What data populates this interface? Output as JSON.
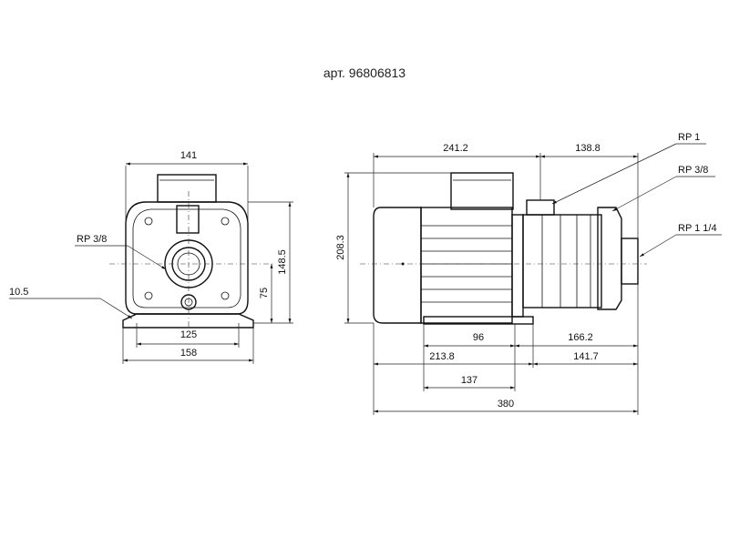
{
  "title": "арт. 96806813",
  "front_view": {
    "width_top": "141",
    "height_total": "148.5",
    "height_axis": "75",
    "base_inner": "125",
    "base_outer": "158",
    "foot_thickness": "10.5",
    "port_label": "RP 3/8"
  },
  "side_view": {
    "height": "208.3",
    "motor_len": "241.2",
    "pump_len": "138.8",
    "foot_len": "96",
    "pump_to_end": "166.2",
    "to_foot_end": "213.8",
    "to_mid": "137",
    "mid_to_end": "141.7",
    "total_len": "380",
    "port_top": "RP 1",
    "port_mid": "RP 3/8",
    "port_inlet": "RP 1 1/4"
  }
}
